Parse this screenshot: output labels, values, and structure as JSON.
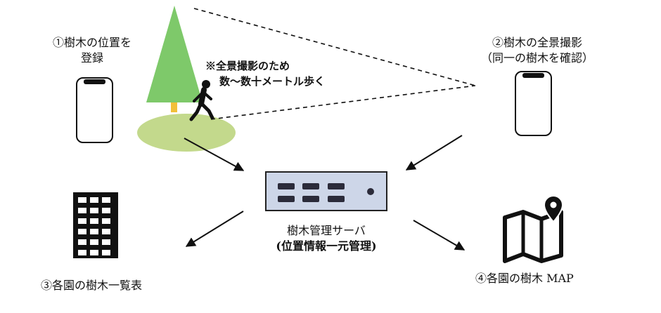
{
  "steps": {
    "step1": {
      "line1": "①樹木の位置を",
      "line2": "登録"
    },
    "step2": {
      "line1": "②樹木の全景撮影",
      "line2": "（同一の樹木を確認）"
    },
    "step3": {
      "label": "③各園の樹木一覧表"
    },
    "step4": {
      "label": "④各園の樹木 MAP"
    }
  },
  "note": {
    "line1": "※全景撮影のため",
    "line2": "数～数十メートル歩く"
  },
  "server": {
    "line1": "樹木管理サーバ",
    "line2": "(位置情報一元管理)"
  },
  "colors": {
    "tree": "#7ec96a",
    "trunk": "#f2c03a",
    "ground": "#c3d98c",
    "server_fill": "#cdd6e8",
    "server_stroke": "#222222",
    "ink": "#111111"
  },
  "icons": [
    "smartphone-icon",
    "tree-icon",
    "walking-person-icon",
    "server-icon",
    "building-icon",
    "map-pin-icon"
  ]
}
